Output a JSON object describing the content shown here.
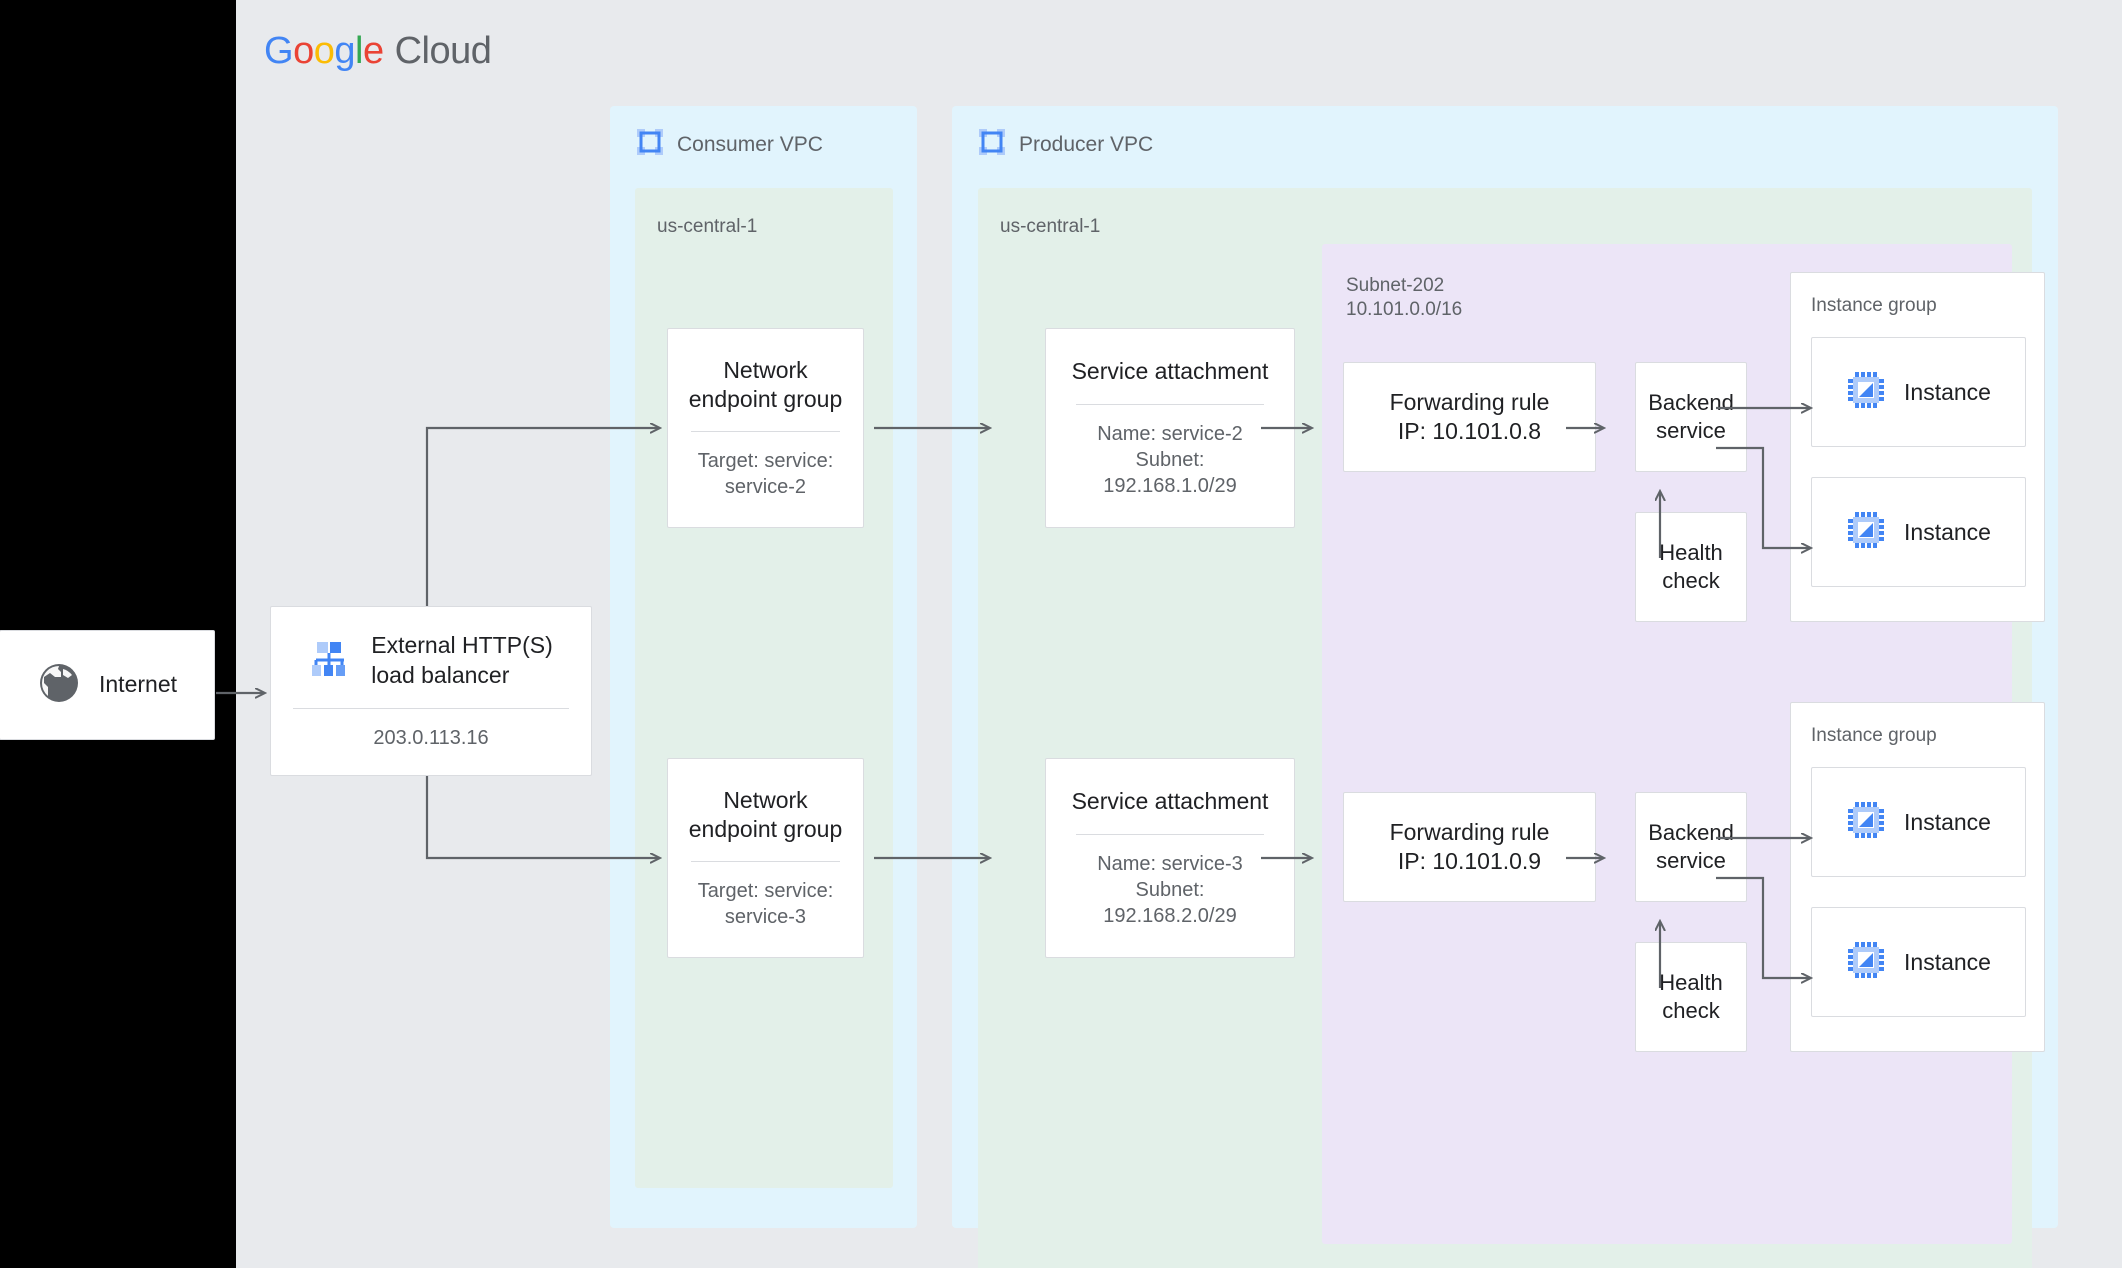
{
  "brand": {
    "logo_g1": "G",
    "logo_o1": "o",
    "logo_o2": "o",
    "logo_g2": "g",
    "logo_l1": "l",
    "logo_e1": "e",
    "logo_cloud": "Cloud",
    "colors": {
      "blue": "#4285f4",
      "red": "#ea4335",
      "yellow": "#fbbc05",
      "green": "#34a853",
      "grey": "#5f6368"
    }
  },
  "canvas": {
    "background": "#e8eaed",
    "vpc_fill": "#e1f4fd",
    "region_fill": "#e3f0e9",
    "subnet_fill": "#ece5f7",
    "card_border": "#dadce0",
    "wire_color": "#5f6368"
  },
  "internet": {
    "label": "Internet",
    "icon": "globe-icon"
  },
  "load_balancer": {
    "title": "External HTTP(S) load balancer",
    "title_line1": "External HTTP(S)",
    "title_line2": "load balancer",
    "ip": "203.0.113.16",
    "icon": "load-balancer-icon"
  },
  "consumer_vpc": {
    "title": "Consumer VPC",
    "icon": "vpc-icon",
    "region": "us-central-1",
    "negs": [
      {
        "title_line1": "Network",
        "title_line2": "endpoint group",
        "sub_line1": "Target: service:",
        "sub_line2": "service-2"
      },
      {
        "title_line1": "Network",
        "title_line2": "endpoint group",
        "sub_line1": "Target: service:",
        "sub_line2": "service-3"
      }
    ]
  },
  "producer_vpc": {
    "title": "Producer VPC",
    "icon": "vpc-icon",
    "region": "us-central-1",
    "service_attachments": [
      {
        "title": "Service attachment",
        "name": "Name: service-2",
        "subnet_label": "Subnet:",
        "subnet_cidr": "192.168.1.0/29"
      },
      {
        "title": "Service attachment",
        "name": "Name: service-3",
        "subnet_label": "Subnet:",
        "subnet_cidr": "192.168.2.0/29"
      }
    ],
    "subnet": {
      "name": "Subnet-202",
      "cidr": "10.101.0.0/16"
    },
    "stacks": [
      {
        "forwarding_rule_line1": "Forwarding rule",
        "forwarding_rule_line2": "IP: 10.101.0.8",
        "backend_line1": "Backend",
        "backend_line2": "service",
        "health_line1": "Health",
        "health_line2": "check",
        "instance_group_label": "Instance group",
        "instances": [
          {
            "label": "Instance",
            "icon": "vm-instance-icon"
          },
          {
            "label": "Instance",
            "icon": "vm-instance-icon"
          }
        ]
      },
      {
        "forwarding_rule_line1": "Forwarding rule",
        "forwarding_rule_line2": "IP: 10.101.0.9",
        "backend_line1": "Backend",
        "backend_line2": "service",
        "health_line1": "Health",
        "health_line2": "check",
        "instance_group_label": "Instance group",
        "instances": [
          {
            "label": "Instance",
            "icon": "vm-instance-icon"
          },
          {
            "label": "Instance",
            "icon": "vm-instance-icon"
          }
        ]
      }
    ]
  }
}
